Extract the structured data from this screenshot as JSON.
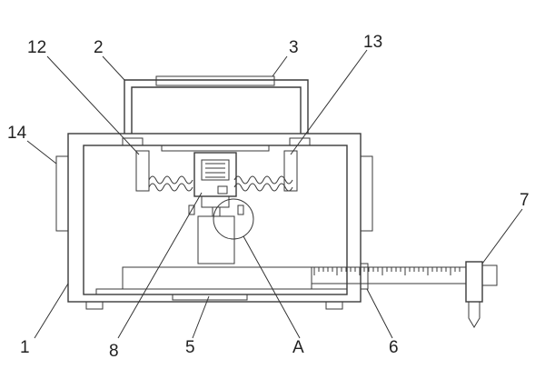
{
  "labels": {
    "l1": "1",
    "l2": "2",
    "l3": "3",
    "l5": "5",
    "l6": "6",
    "l7": "7",
    "l8": "8",
    "l12": "12",
    "l13": "13",
    "l14": "14",
    "lA": "A"
  },
  "colors": {
    "line": "#3a3a3a",
    "background": "#ffffff"
  }
}
